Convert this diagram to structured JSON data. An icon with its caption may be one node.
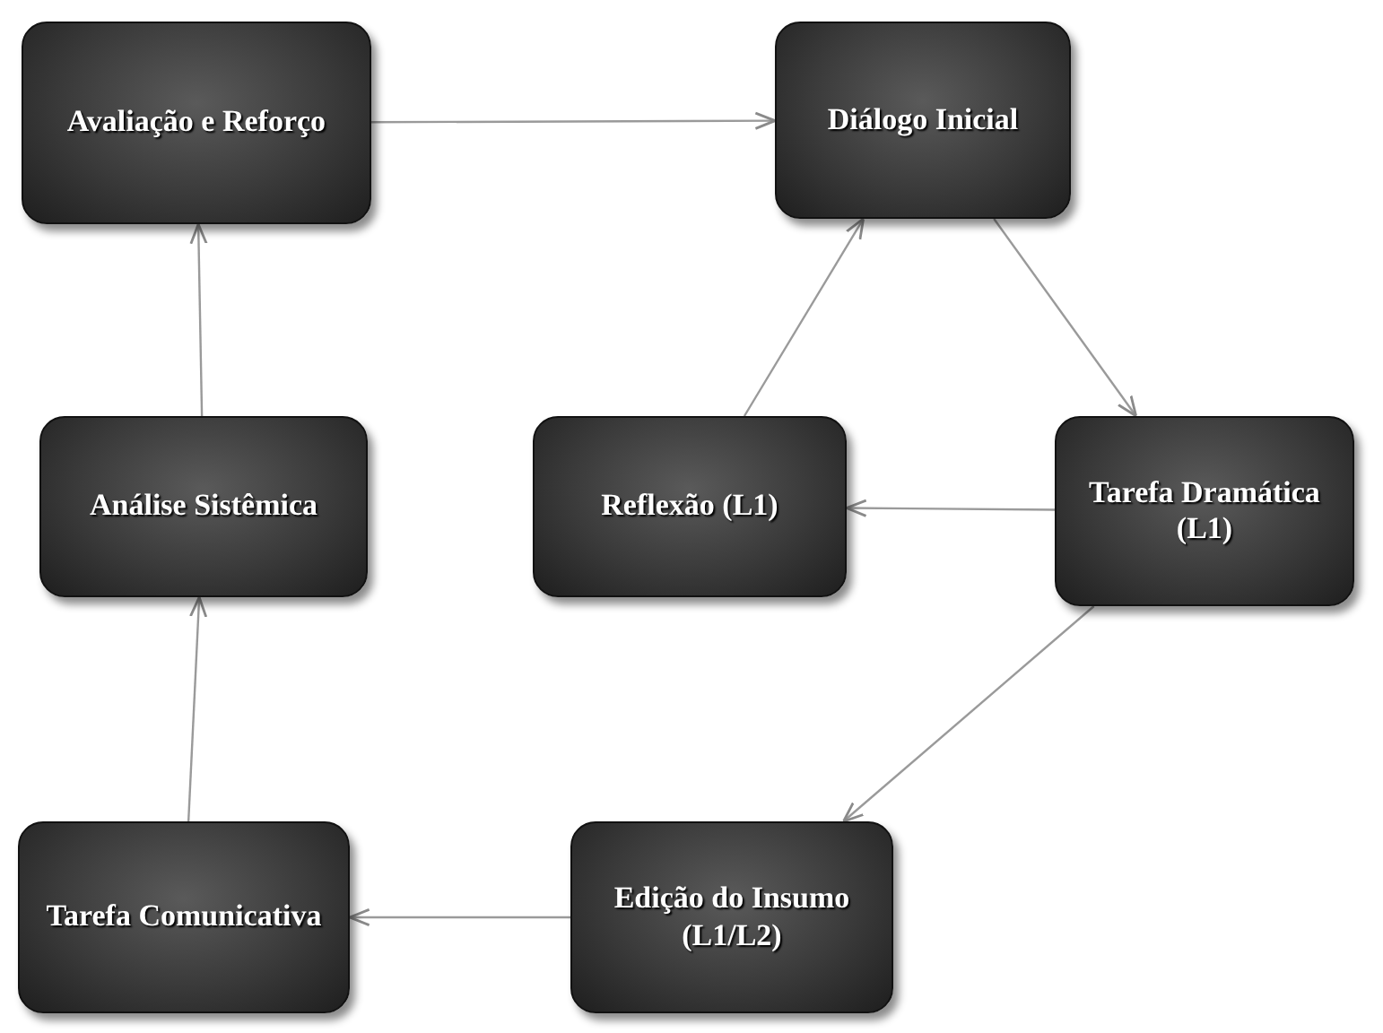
{
  "diagram": {
    "nodes": [
      {
        "text": [
          "Avaliação e Reforço"
        ]
      },
      {
        "text": [
          "Diálogo Inicial"
        ]
      },
      {
        "text": [
          "Análise Sistêmica"
        ]
      },
      {
        "text": [
          "Reflexão (L1)"
        ]
      },
      {
        "text": [
          "Tarefa Dramática (L1)"
        ]
      },
      {
        "text": [
          "Tarefa Comunicativa"
        ]
      },
      {
        "text": [
          "Edição do Insumo (L1/L2)"
        ]
      }
    ],
    "edges": [
      {
        "from": 0,
        "to": 1,
        "arrow": "to"
      },
      {
        "from": 1,
        "to": 4,
        "arrow": "to"
      },
      {
        "from": 4,
        "to": 3,
        "arrow": "to"
      },
      {
        "from": 3,
        "to": 1,
        "arrow": "to"
      },
      {
        "from": 4,
        "to": 6,
        "arrow": "to"
      },
      {
        "from": 6,
        "to": 5,
        "arrow": "to"
      },
      {
        "from": 5,
        "to": 2,
        "arrow": "to"
      },
      {
        "from": 2,
        "to": 0,
        "arrow": "to"
      }
    ]
  }
}
